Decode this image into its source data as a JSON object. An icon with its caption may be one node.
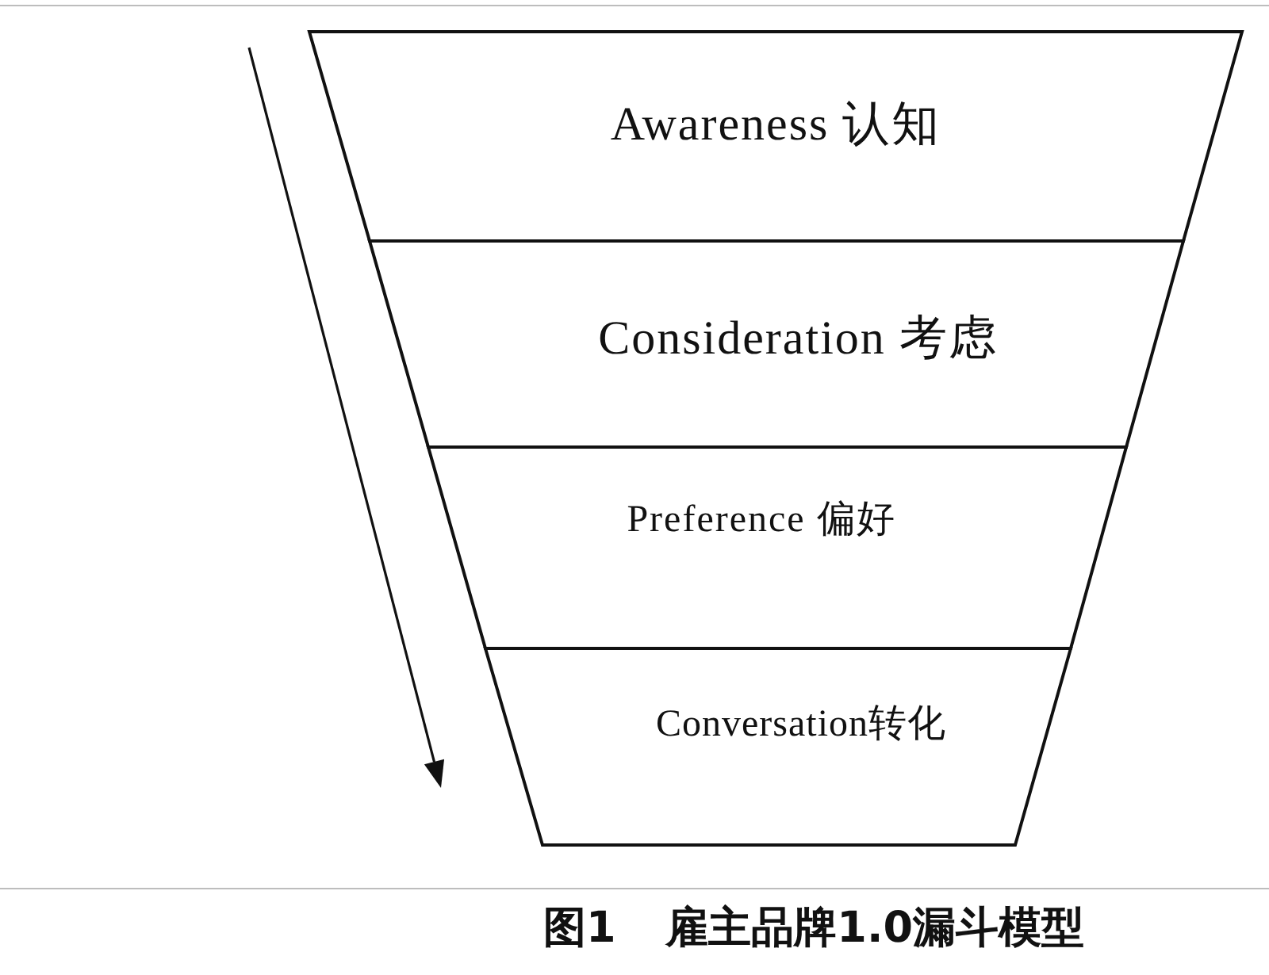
{
  "diagram": {
    "caption": "图1 雇主品牌1.0漏斗模型",
    "nodes": [
      {
        "text": [
          "Awareness 认知"
        ]
      },
      {
        "text": [
          "Consideration 考虑"
        ]
      },
      {
        "text": [
          "Preference 偏好"
        ]
      },
      {
        "text": [
          "Conversation转化"
        ]
      }
    ]
  }
}
